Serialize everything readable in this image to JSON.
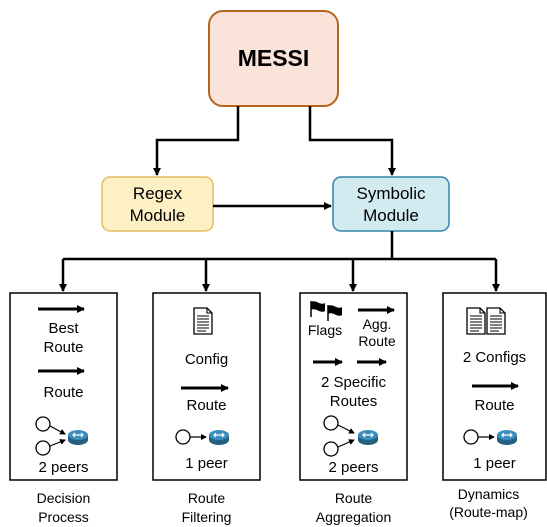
{
  "top": {
    "label": "MESSI"
  },
  "regex": {
    "line1": "Regex",
    "line2": "Module"
  },
  "symbolic": {
    "line1": "Symbolic",
    "line2": "Module"
  },
  "panels": [
    {
      "items": [
        "Best",
        "Route",
        "Route",
        "2 peers"
      ],
      "caption": [
        "Decision",
        "Process"
      ]
    },
    {
      "items": [
        "Config",
        "Route",
        "1 peer"
      ],
      "caption": [
        "Route",
        "Filtering"
      ]
    },
    {
      "items": [
        "Flags",
        "Agg.",
        "Route",
        "2 Specific",
        "Routes",
        "2 peers"
      ],
      "caption": [
        "Route",
        "Aggregation"
      ]
    },
    {
      "items": [
        "2 Configs",
        "Route",
        "1 peer"
      ],
      "caption": [
        "Dynamics",
        "(Route-map)"
      ]
    }
  ],
  "colors": {
    "top_fill": "#fae4da",
    "top_stroke": "#b5651d",
    "regex_fill": "#fdf0c4",
    "regex_stroke": "#e0c060",
    "symbolic_fill": "#d2ebf1",
    "symbolic_stroke": "#2f86a6",
    "router": "#2f7fa9"
  }
}
